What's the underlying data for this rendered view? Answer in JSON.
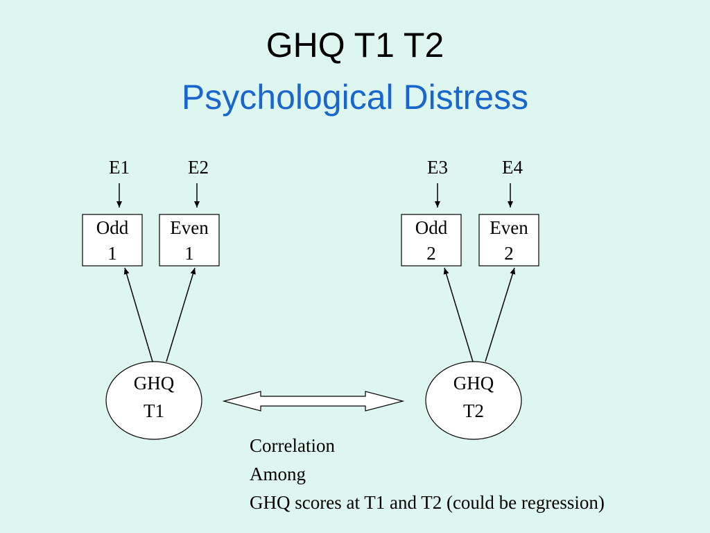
{
  "title": {
    "line1": "GHQ T1 T2",
    "line2": "Psychological Distress"
  },
  "colors": {
    "background": "#ddf6ef",
    "title_accent": "#1a66cc"
  },
  "errors": [
    "E1",
    "E2",
    "E3",
    "E4"
  ],
  "indicators": [
    {
      "line1": "Odd",
      "line2": "1"
    },
    {
      "line1": "Even",
      "line2": "1"
    },
    {
      "line1": "Odd",
      "line2": "2"
    },
    {
      "line1": "Even",
      "line2": "2"
    }
  ],
  "latents": [
    {
      "line1": "GHQ",
      "line2": "T1"
    },
    {
      "line1": "GHQ",
      "line2": "T2"
    }
  ],
  "note": {
    "line1": "Correlation",
    "line2": "Among",
    "line3": "GHQ scores at T1 and T2 (could be regression)"
  }
}
